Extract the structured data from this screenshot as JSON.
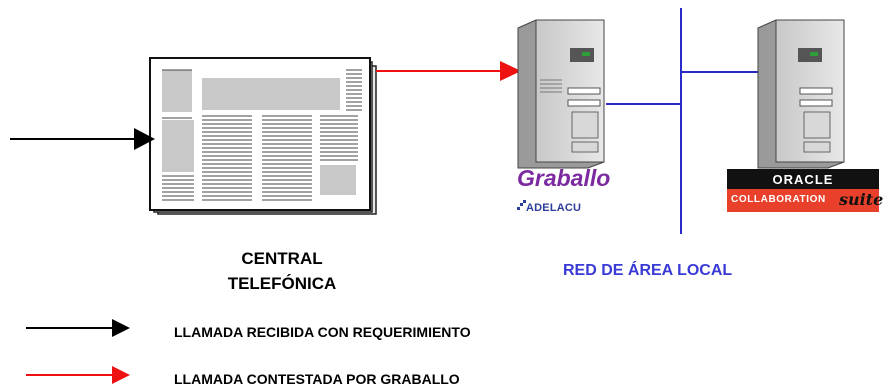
{
  "central": {
    "line1": "CENTRAL",
    "line2": "TELEFÓNICA"
  },
  "server1": {
    "name": "Graballo",
    "brand": "ADELACU"
  },
  "server2": {
    "brand_top": "ORACLE",
    "brand_collab": "COLLABORATION",
    "brand_suite": "suite"
  },
  "network": {
    "label": "RED DE ÁREA LOCAL"
  },
  "legend": [
    {
      "text": "LLAMADA RECIBIDA CON REQUERIMIENTO",
      "color": "#000000"
    },
    {
      "text": "LLAMADA CONTESTADA POR GRABALLO",
      "color": "#ee1111"
    }
  ],
  "colors": {
    "network_line": "#2a2ac8",
    "incoming_arrow": "#000000",
    "answered_arrow": "#ee1111",
    "graballo_text": "#7b2aa0"
  }
}
